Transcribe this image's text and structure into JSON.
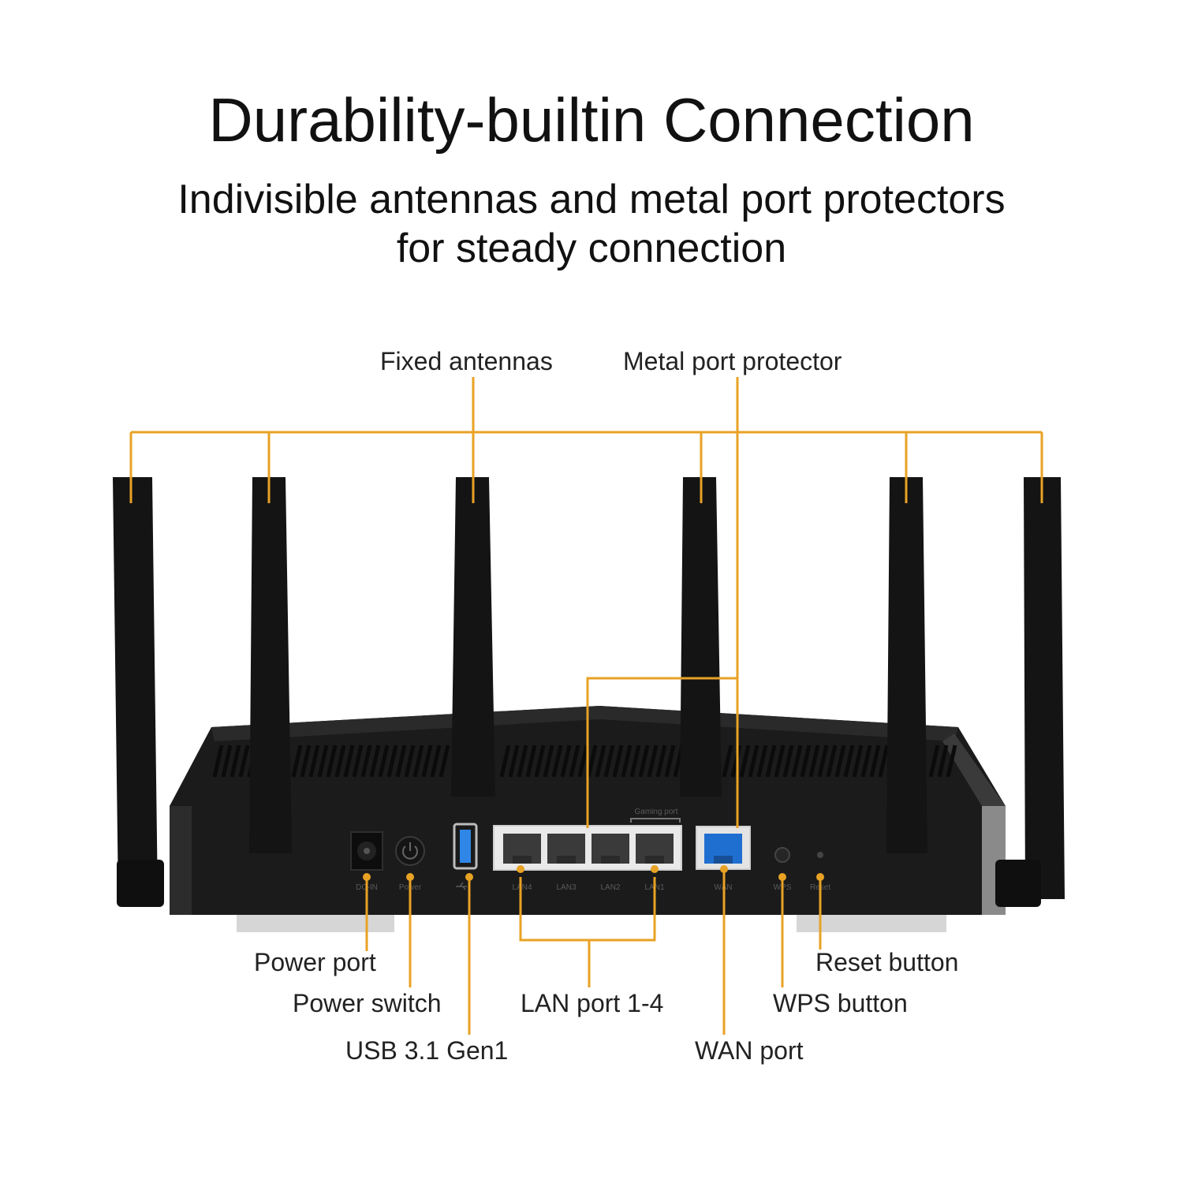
{
  "title": "Durability-builtin Connection",
  "subtitle": {
    "line1": "Indivisible antennas and metal port protectors",
    "line2": "for steady connection"
  },
  "colors": {
    "background": "#ffffff",
    "leader_line": "#e8a224",
    "router_body": "#1b1b1b",
    "wan_port": "#1f6fd1",
    "usb_port": "#2f86e6"
  },
  "callouts": {
    "fixed_antennas": "Fixed antennas",
    "metal_port_protector": "Metal port protector",
    "power_port": "Power port",
    "power_switch": "Power switch",
    "usb": "USB 3.1 Gen1",
    "lan_ports": "LAN port 1-4",
    "wan_port": "WAN port",
    "wps_button": "WPS button",
    "reset_button": "Reset button"
  },
  "device_labels": {
    "gaming_port": "Gaming port",
    "dc_in": "DC-IN",
    "power": "Power",
    "lan4": "LAN4",
    "lan3": "LAN3",
    "lan2": "LAN2",
    "lan1": "LAN1",
    "wan": "WAN",
    "wps": "WPS",
    "reset": "Reset"
  },
  "icons": [
    "usb-icon",
    "power-symbol-icon"
  ]
}
